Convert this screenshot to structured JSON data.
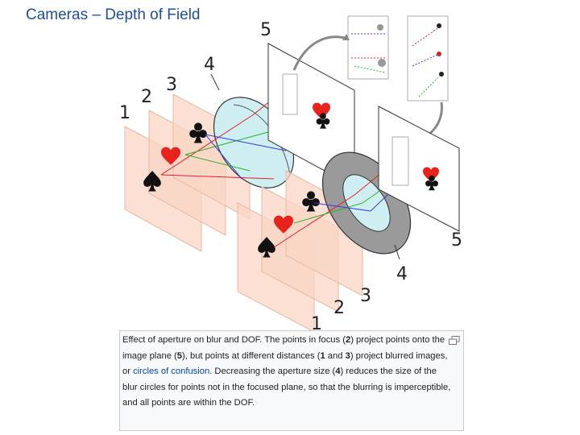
{
  "slide": {
    "title": "Cameras – Depth of Field"
  },
  "figure": {
    "plane_labels": {
      "front_1": "1",
      "front_2": "2",
      "front_3": "3",
      "front_4": "4",
      "front_5": "5",
      "back_1": "1",
      "back_2": "2",
      "back_3": "3",
      "back_4": "4",
      "back_5": "5"
    },
    "icons": [
      "spade-icon",
      "heart-icon",
      "club-icon",
      "aperture-ring-icon",
      "lens-icon",
      "curved-arrow-icon"
    ]
  },
  "caption": {
    "p1": "Effect of aperture on blur and DOF. The points in focus (",
    "b1": "2",
    "p2": ") project points onto the image plane (",
    "b2": "5",
    "p3": "), but points at different distances (",
    "b3": "1",
    "p4": " and ",
    "b4": "3",
    "p5": ") project blurred images, or ",
    "link": "circles of confusion",
    "p6": ". Decreasing the aperture size (",
    "b5": "4",
    "p7": ") reduces the size of the blur circles for points not in the focused plane, so that the blurring is imperceptible, and all points are within the DOF."
  },
  "colors": {
    "title": "#1f4e9c",
    "link": "#0645ad",
    "plane_fill": "#f9d6c4",
    "lens_fill": "#cfeef2",
    "ring_fill": "#9a9a9a",
    "heart": "#e8231d",
    "ray_red": "#e0202a",
    "ray_green": "#2bb32b",
    "ray_blue": "#3b3bd6"
  }
}
